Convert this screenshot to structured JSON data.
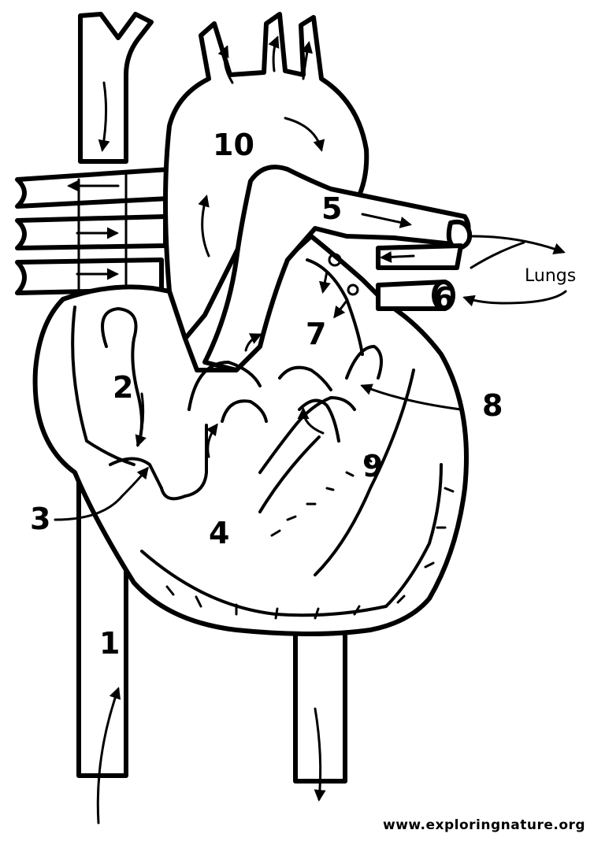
{
  "diagram": {
    "numbers": [
      "1",
      "2",
      "3",
      "4",
      "5",
      "6",
      "7",
      "8",
      "9",
      "10"
    ],
    "lungs_label": "Lungs",
    "watermark": "www.exploringnature.org"
  }
}
